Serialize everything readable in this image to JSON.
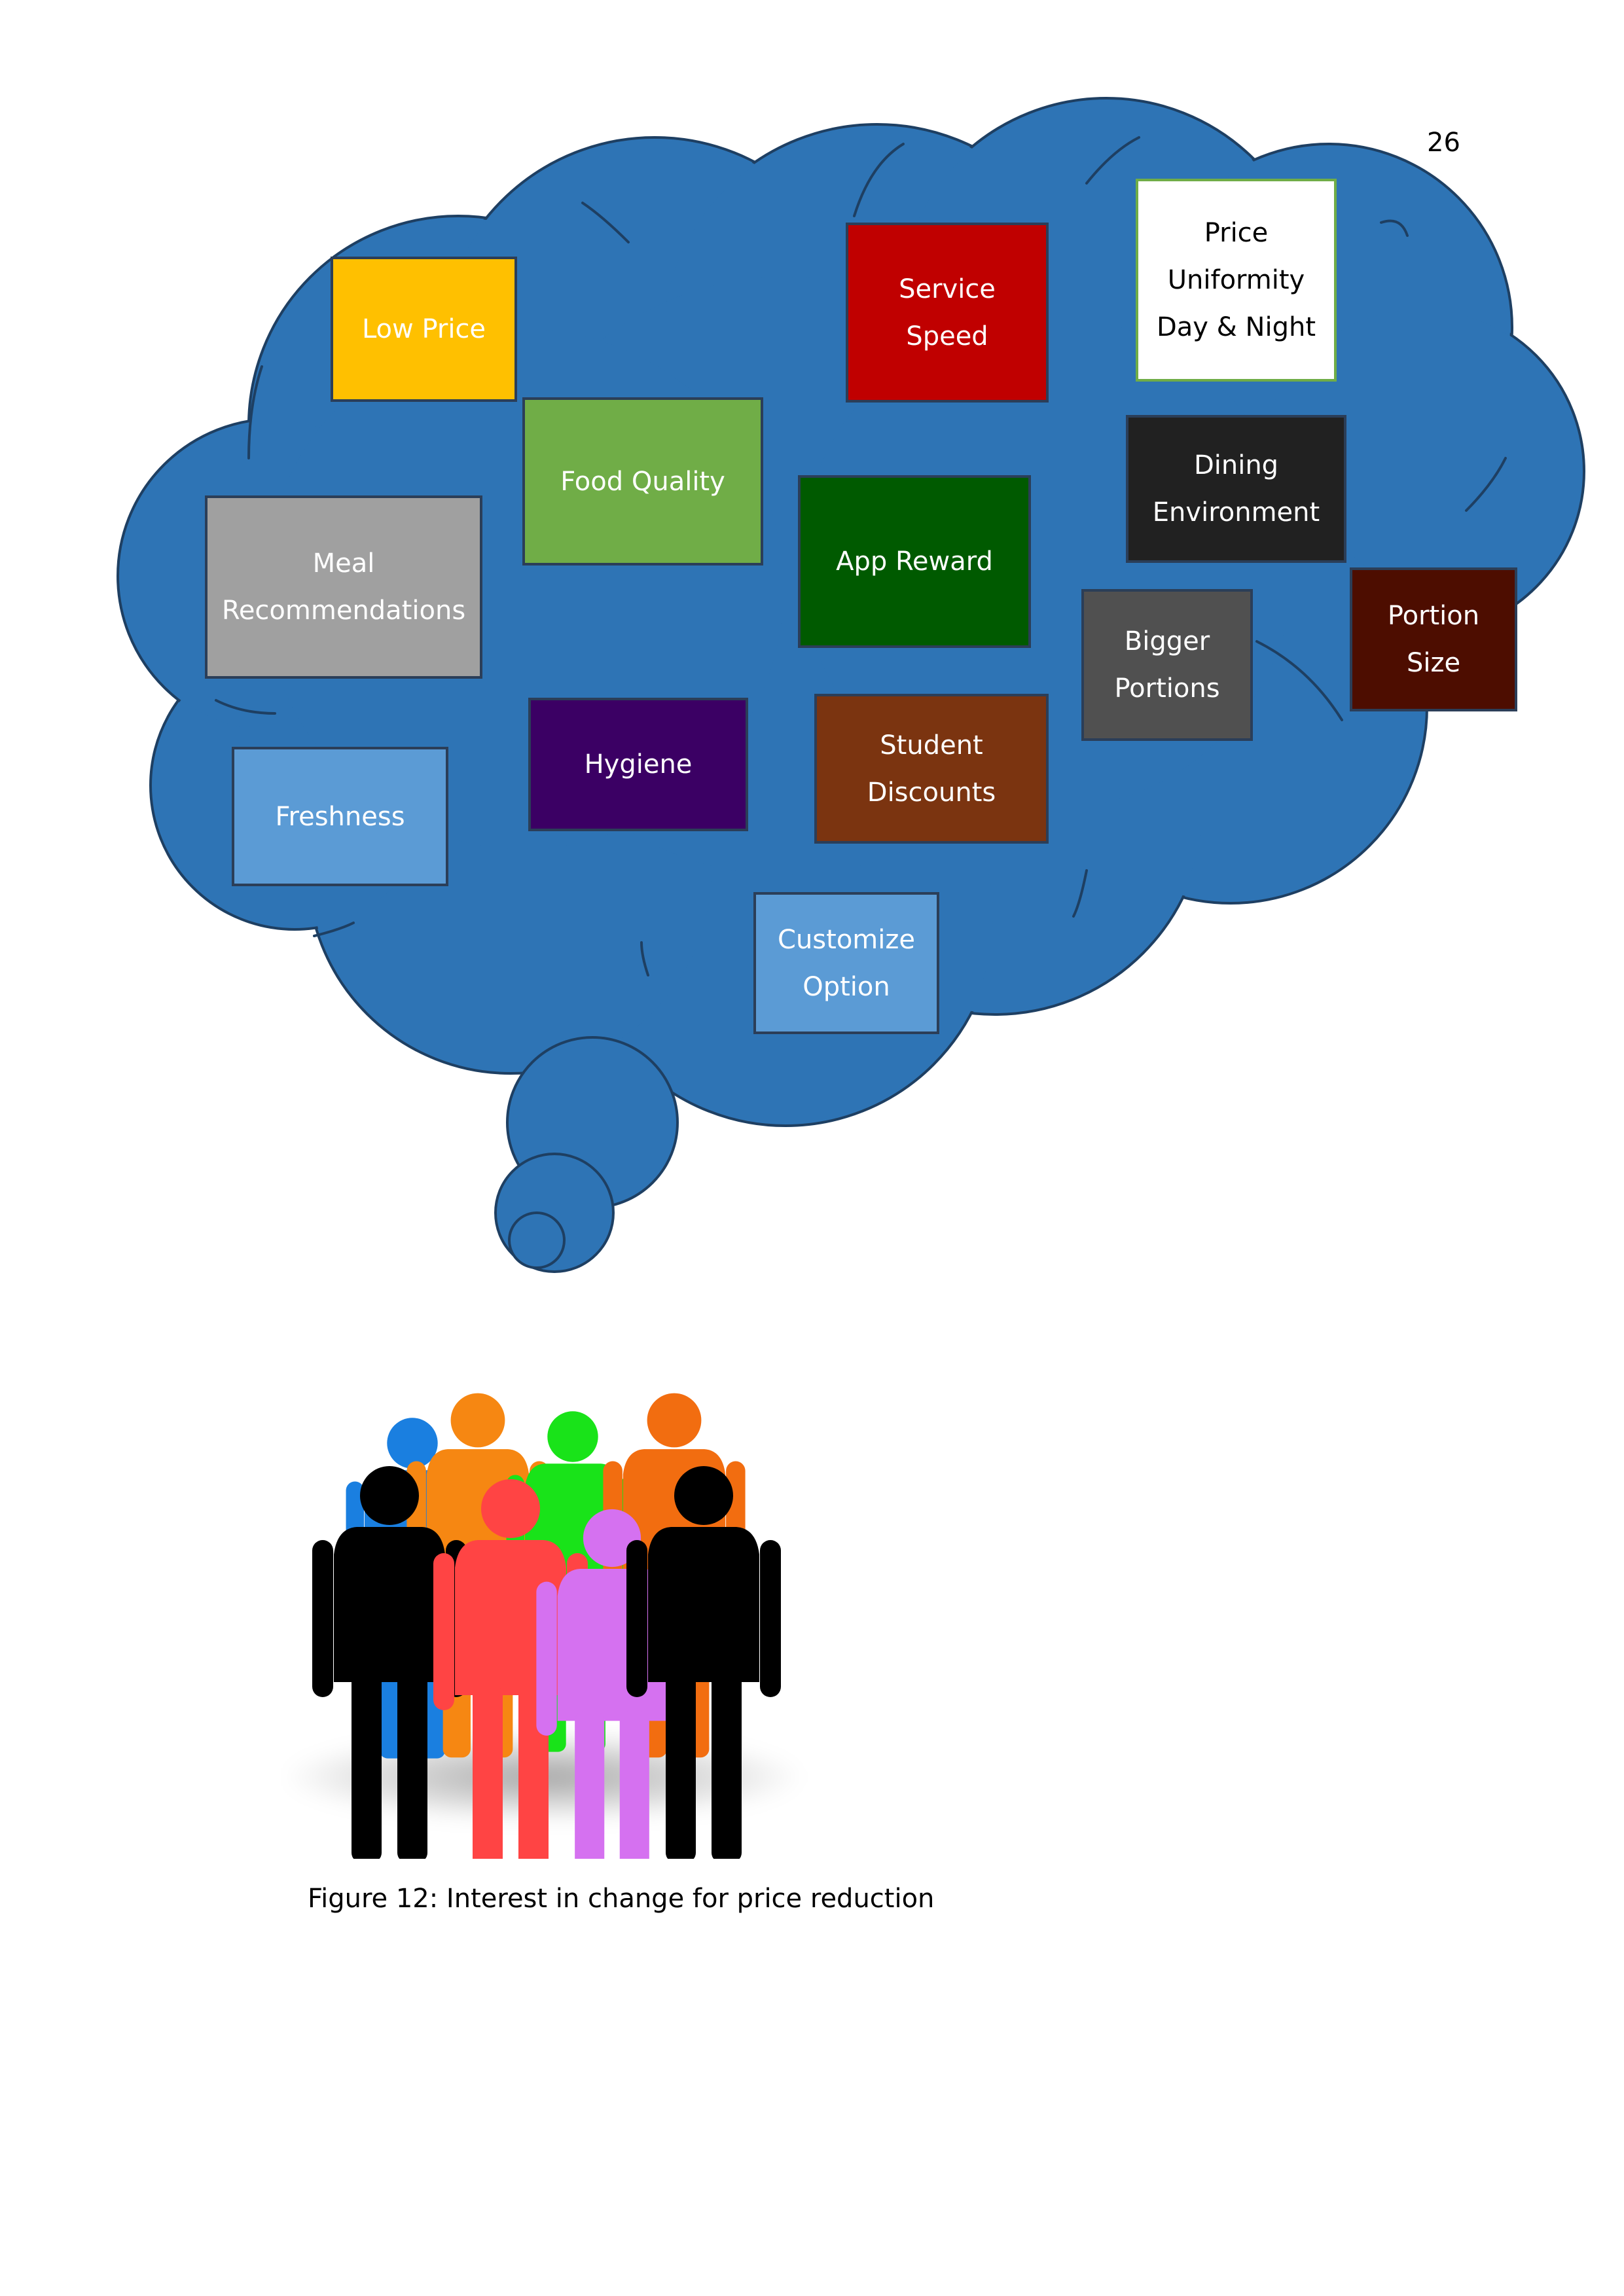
{
  "page_number": "26",
  "colors": {
    "cloud_fill": "#2e74b5",
    "cloud_stroke": "#1e3f62",
    "box_border": "#2b3e58"
  },
  "boxes": [
    {
      "id": "low-price",
      "label": "Low Price",
      "fill": "#ffc000",
      "text_color": "#ffffff"
    },
    {
      "id": "food-quality",
      "label": "Food Quality",
      "fill": "#70ad47",
      "text_color": "#ffffff"
    },
    {
      "id": "service-speed",
      "label": "Service Speed",
      "fill": "#c00000",
      "text_color": "#ffffff"
    },
    {
      "id": "price-uniformity",
      "label": "Price Uniformity Day & Night",
      "fill": "#ffffff",
      "text_color": "#000000",
      "border": "#70ad47"
    },
    {
      "id": "dining-environment",
      "label": "Dining Environment",
      "fill": "#212121",
      "text_color": "#ffffff"
    },
    {
      "id": "meal-recommendations",
      "label": "Meal Recommendations",
      "fill": "#a0a0a0",
      "text_color": "#ffffff"
    },
    {
      "id": "app-reward",
      "label": "App Reward",
      "fill": "#005a00",
      "text_color": "#ffffff"
    },
    {
      "id": "bigger-portions",
      "label": "Bigger Portions",
      "fill": "#505050",
      "text_color": "#ffffff"
    },
    {
      "id": "portion-size",
      "label": "Portion Size",
      "fill": "#4d0d00",
      "text_color": "#ffffff"
    },
    {
      "id": "hygiene",
      "label": "Hygiene",
      "fill": "#3b0064",
      "text_color": "#ffffff"
    },
    {
      "id": "student-discounts",
      "label": "Student Discounts",
      "fill": "#7b3410",
      "text_color": "#ffffff"
    },
    {
      "id": "freshness",
      "label": "Freshness",
      "fill": "#5b9bd5",
      "text_color": "#ffffff"
    },
    {
      "id": "customize-option",
      "label": "Customize Option",
      "fill": "#5b9bd5",
      "text_color": "#ffffff"
    }
  ],
  "people": [
    {
      "id": "blue",
      "color": "#1a7fe0"
    },
    {
      "id": "orange-left",
      "color": "#f68712"
    },
    {
      "id": "green",
      "color": "#19e319"
    },
    {
      "id": "orange-right",
      "color": "#f26d10"
    },
    {
      "id": "black-left",
      "color": "#000000"
    },
    {
      "id": "red",
      "color": "#ff4444"
    },
    {
      "id": "violet",
      "color": "#d571f0"
    },
    {
      "id": "black-right",
      "color": "#000000"
    }
  ],
  "caption": "Figure 12: Interest in change for price reduction"
}
